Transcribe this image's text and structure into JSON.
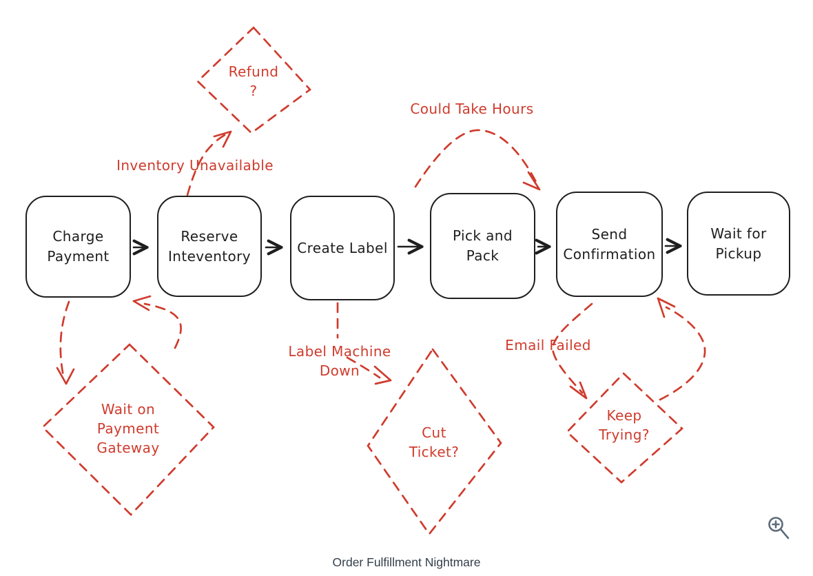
{
  "title": {
    "caption": "Order Fulfillment Nightmare"
  },
  "colors": {
    "ink": "#1e1e1e",
    "annotation_red": "#cf3b2d",
    "caption_text": "#333e4a",
    "zoom_icon": "#5d6b7a",
    "background": "#ffffff"
  },
  "flow": {
    "nodes": [
      {
        "id": "charge-payment",
        "label": "Charge\nPayment"
      },
      {
        "id": "reserve-inventory",
        "label": "Reserve\nInteventory"
      },
      {
        "id": "create-label",
        "label": "Create Label"
      },
      {
        "id": "pick-and-pack",
        "label": "Pick and\nPack"
      },
      {
        "id": "send-confirmation",
        "label": "Send\nConfirmation"
      },
      {
        "id": "wait-for-pickup",
        "label": "Wait for\nPickup"
      }
    ]
  },
  "annotations": {
    "diamonds": [
      {
        "id": "refund",
        "label": "Refund\n?"
      },
      {
        "id": "wait-on-payment-gateway",
        "label": "Wait on\nPayment\nGateway"
      },
      {
        "id": "cut-ticket",
        "label": "Cut\nTicket?"
      },
      {
        "id": "keep-trying",
        "label": "Keep\nTrying?"
      }
    ],
    "edge_labels": [
      {
        "id": "inventory-unavailable",
        "label": "Inventory Unavailable"
      },
      {
        "id": "could-take-hours",
        "label": "Could Take Hours"
      },
      {
        "id": "label-machine-down",
        "label": "Label Machine Down"
      },
      {
        "id": "email-failed",
        "label": "Email Failed"
      }
    ]
  },
  "icons": {
    "zoom_in": "zoom-in-magnifier"
  }
}
